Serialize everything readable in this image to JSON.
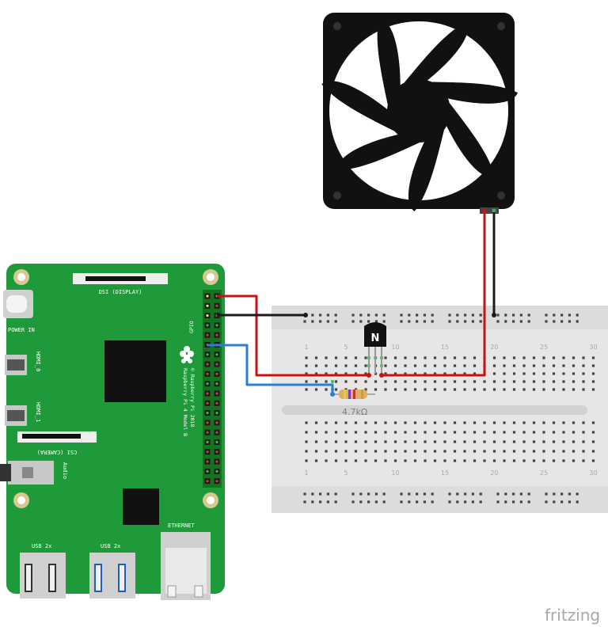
{
  "diagram": {
    "colors": {
      "pcb": "#1f9a3a",
      "pcb_dark": "#167a2c",
      "breadboard": "#e6e6e6",
      "breadboard_mid": "#d3d3d3",
      "wire_red": "#cc1111",
      "wire_black": "#1a1a1a",
      "wire_blue": "#2a7fd4",
      "fan_body": "#111111",
      "rail_red": "#d32f2f",
      "rail_blue": "#1e63b0"
    },
    "board": {
      "dsi_label": "DSI (DISPLAY)",
      "power_label": "POWER IN",
      "hdmi0_label": "HDMI_0",
      "hdmi1_label": "HDMI_1",
      "csi_label": "CSI (CAMERA)",
      "audio_label": "Audio",
      "gpio_label": "GPIO",
      "usb_left_label": "USB 2x",
      "usb_right_label": "USB 2x",
      "ethernet_label": "ETHERNET",
      "model_label": "Raspberry Pi 4 Model B",
      "copyright_label": "© Raspberry Pi 2018"
    },
    "transistor": {
      "label": "N"
    },
    "resistor": {
      "label": "4.7kΩ"
    },
    "breadboard_numbers": [
      "1",
      "5",
      "10",
      "15",
      "20",
      "25",
      "30"
    ],
    "breadboard_numbers_bottom": [
      "1",
      "5",
      "10",
      "15",
      "20",
      "25",
      "30"
    ],
    "brand": "fritzing"
  }
}
